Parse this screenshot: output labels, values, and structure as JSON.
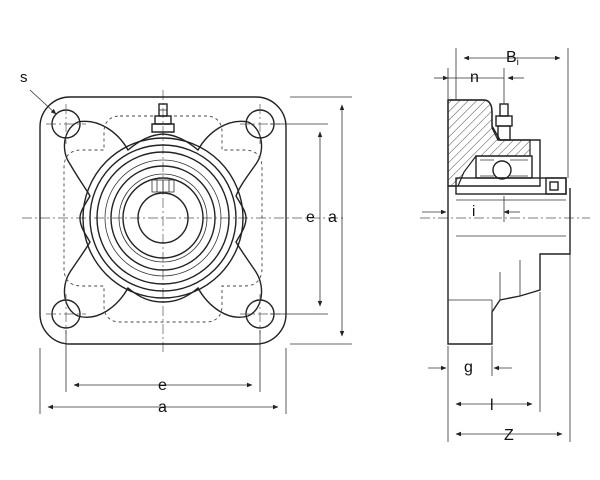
{
  "labels": {
    "s": "s",
    "e_front_vertical": "e",
    "a_front_vertical": "a",
    "e_front_horizontal": "e",
    "a_front_horizontal": "a",
    "B_main": "B",
    "B_sub": "i",
    "n": "n",
    "i": "i",
    "g": "g",
    "l": "l",
    "z": "Z"
  },
  "colors": {
    "line": "#222222",
    "background": "#ffffff"
  }
}
